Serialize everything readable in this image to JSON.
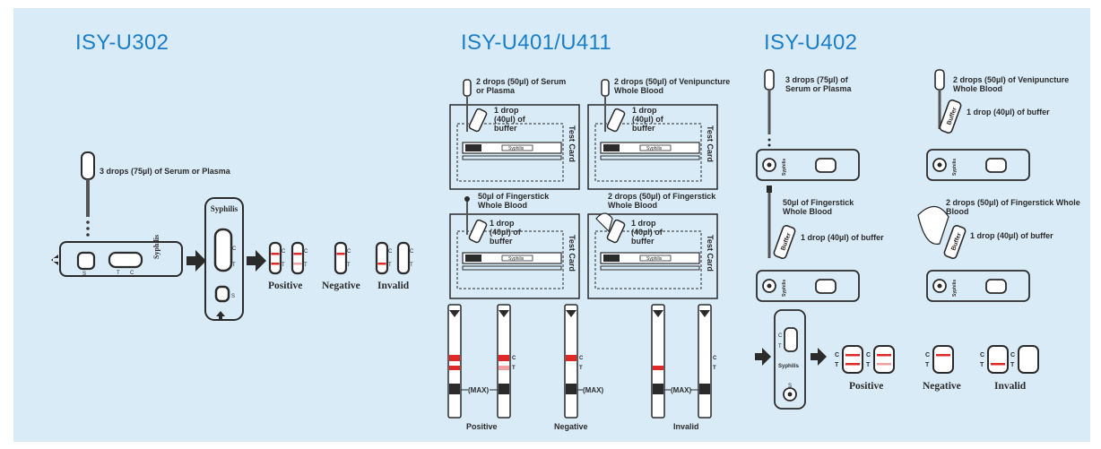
{
  "sections": {
    "u302": {
      "title": "ISY-U302",
      "step": "3 drops (75µl) of Serum or Plasma",
      "device_label": "Syphilis",
      "results": [
        "Positive",
        "Negative",
        "Invalid"
      ]
    },
    "u401": {
      "title": "ISY-U401/U411",
      "steps": [
        {
          "sample": "2 drops (50µl) of Serum or Plasma",
          "buffer": "1 drop (40µl) of buffer"
        },
        {
          "sample": "2 drops (50µl) of Venipuncture Whole Blood",
          "buffer": "1 drop (40µl) of buffer"
        },
        {
          "sample": "50µl of Fingerstick Whole Blood",
          "buffer": "1 drop (40µl) of buffer"
        },
        {
          "sample": "2 drops (50µl) of Fingerstick Whole Blood",
          "buffer": "1 drop (40µl) of buffer"
        }
      ],
      "card_label": "Test Card",
      "strip_label": "Syphilis",
      "max_label": "(MAX)",
      "results": [
        "Positive",
        "Negative",
        "Invalid"
      ]
    },
    "u402": {
      "title": "ISY-U402",
      "steps": [
        {
          "sample": "3 drops (75µl) of Serum or Plasma",
          "buffer": ""
        },
        {
          "sample": "2 drops (50µl) of Venipuncture Whole Blood",
          "buffer": "1 drop (40µl) of buffer"
        },
        {
          "sample": "50µl of Fingerstick Whole Blood",
          "buffer": "1 drop (40µl) of buffer"
        },
        {
          "sample": "2 drops (50µl) of Fingerstick Whole Blood",
          "buffer": "1 drop (40µl) of buffer"
        }
      ],
      "bottle_label": "Buffer",
      "device_label": "Syphilis",
      "results": [
        "Positive",
        "Negative",
        "Invalid"
      ]
    }
  },
  "colors": {
    "background": "#d9ebf7",
    "title": "#1a7fc8",
    "line": "#2b2b2b",
    "positive_band": "#e02a2a",
    "faint_band": "#f0a0a0"
  }
}
